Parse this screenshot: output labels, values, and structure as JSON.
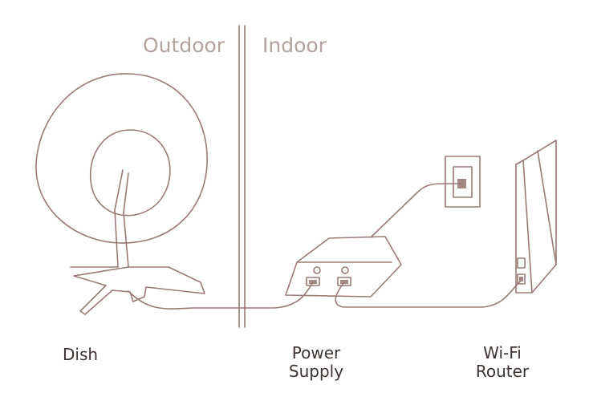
{
  "zones": {
    "outdoor": "Outdoor",
    "indoor": "Indoor"
  },
  "components": {
    "dish": "Dish",
    "power_supply_line1": "Power",
    "power_supply_line2": "Supply",
    "router_line1": "Wi-Fi",
    "router_line2": "Router"
  },
  "colors": {
    "zone_text": "#b3a29d",
    "label_text": "#3d3431",
    "line": "#9a7a74",
    "port_fill": "#a58a84"
  },
  "icons": [
    "satellite-dish-icon",
    "power-supply-icon",
    "wall-outlet-icon",
    "wifi-router-icon"
  ]
}
